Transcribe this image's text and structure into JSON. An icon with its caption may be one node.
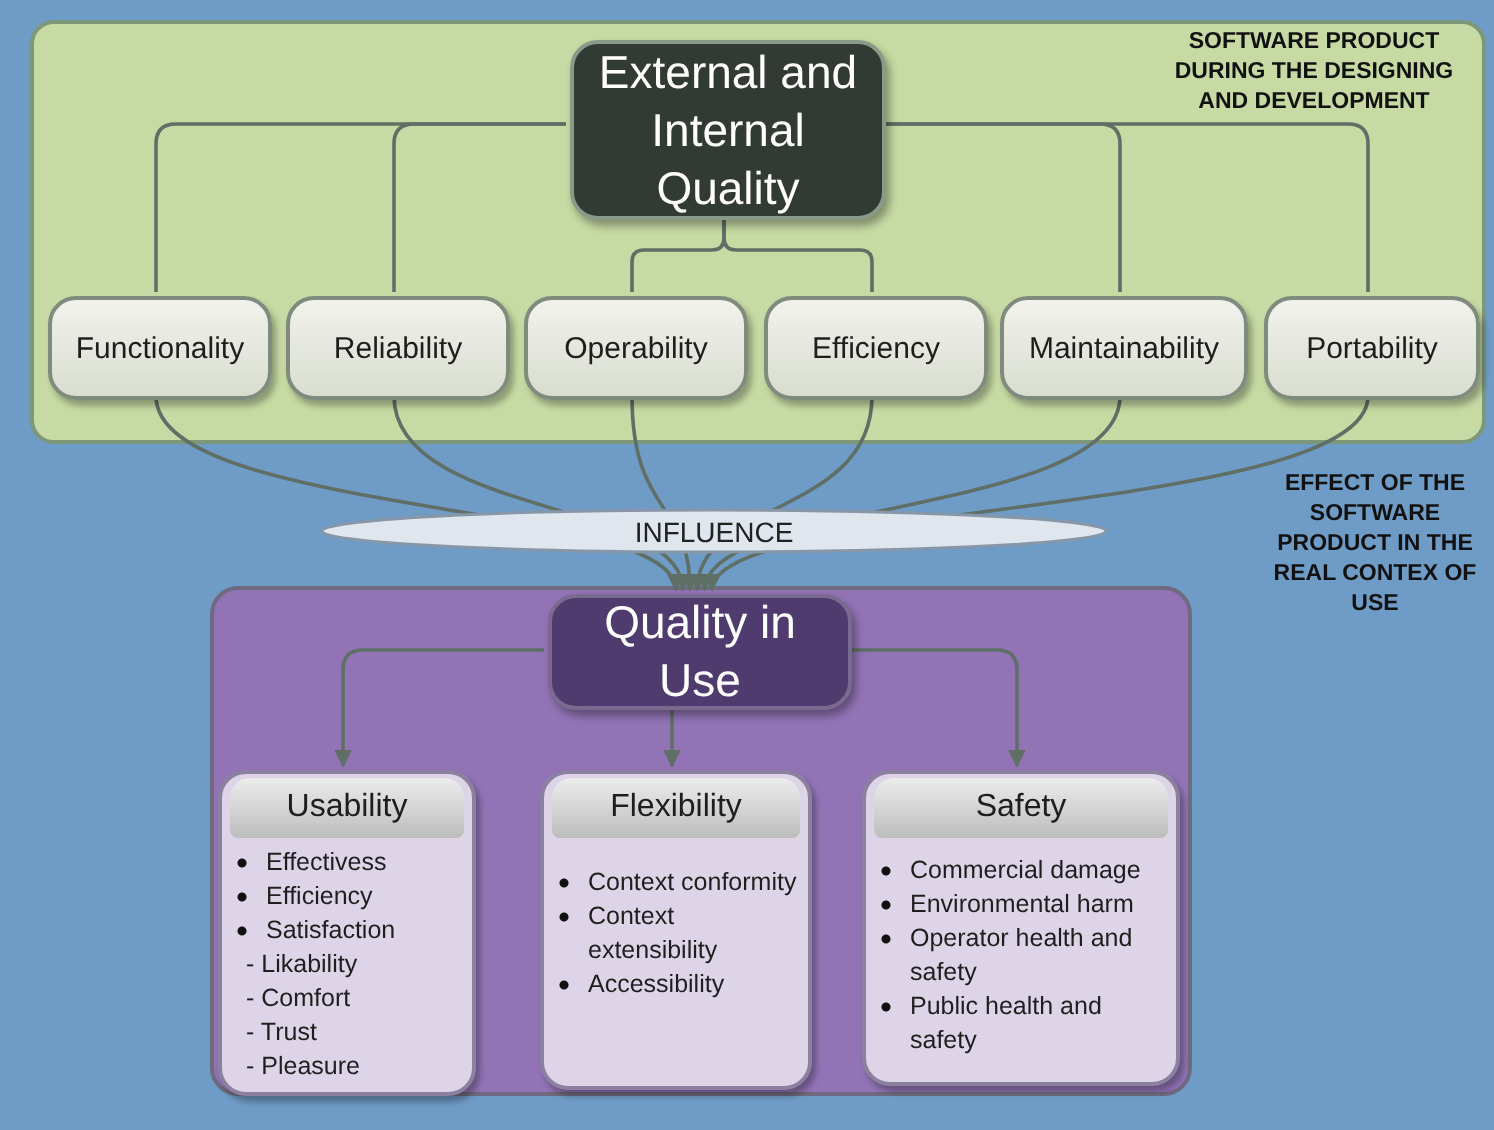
{
  "diagram": {
    "nodes": [
      {
        "text": [
          "SOFTWARE PRODUCT DURING THE DESIGNING AND DEVELOPMENT"
        ]
      },
      {
        "text": [
          "External and Internal Quality"
        ],
        "in": 0
      },
      {
        "text": [
          "Functionality"
        ],
        "in": 0
      },
      {
        "text": [
          "Reliability"
        ],
        "in": 0
      },
      {
        "text": [
          "Operability"
        ],
        "in": 0
      },
      {
        "text": [
          "Efficiency"
        ],
        "in": 0
      },
      {
        "text": [
          "Maintainability"
        ],
        "in": 0
      },
      {
        "text": [
          "Portability"
        ],
        "in": 0
      },
      {
        "text": [],
        "shape": "box"
      },
      {
        "text": [
          "Quality in Use"
        ],
        "in": 8
      },
      {
        "text": [
          "Usability",
          "Effectivess",
          "Efficiency",
          "Satisfaction",
          "- Likability",
          "- Comfort",
          "- Trust",
          "- Pleasure"
        ],
        "in": 8
      },
      {
        "text": [
          "Flexibility",
          "Context conformity",
          "Context extensibility",
          "Accessibility"
        ],
        "in": 8
      },
      {
        "text": [
          "Safety",
          "Commercial damage",
          "Environmental harm",
          "Operator health and safety",
          "Public health and safety"
        ],
        "in": 8
      }
    ],
    "edges": [
      {
        "from": 1,
        "to": 2,
        "arrow": "none"
      },
      {
        "from": 1,
        "to": 3,
        "arrow": "none"
      },
      {
        "from": 1,
        "to": 4,
        "arrow": "none"
      },
      {
        "from": 1,
        "to": 5,
        "arrow": "none"
      },
      {
        "from": 1,
        "to": 6,
        "arrow": "none"
      },
      {
        "from": 1,
        "to": 7,
        "arrow": "none"
      },
      {
        "from": 2,
        "to": 9,
        "arrow": "to"
      },
      {
        "from": 3,
        "to": 9,
        "arrow": "to"
      },
      {
        "from": 4,
        "to": 9,
        "arrow": "to"
      },
      {
        "from": 5,
        "to": 9,
        "arrow": "to"
      },
      {
        "from": 6,
        "to": 9,
        "arrow": "to"
      },
      {
        "from": 7,
        "to": 9,
        "arrow": "to"
      },
      {
        "from": 9,
        "to": 10,
        "arrow": "to"
      },
      {
        "from": 9,
        "to": 11,
        "arrow": "to"
      },
      {
        "from": 9,
        "to": 12,
        "arrow": "to"
      }
    ],
    "labels": [
      "EFFECT OF THE SOFTWARE PRODUCT IN THE REAL CONTEX OF USE",
      "INFLUENCE"
    ]
  }
}
